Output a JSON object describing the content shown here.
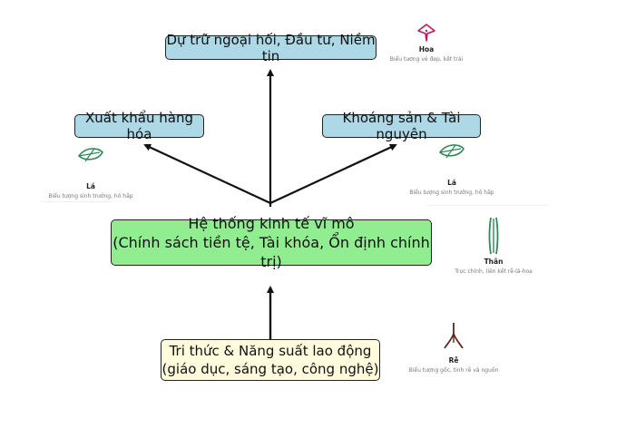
{
  "diagram": {
    "top_box": "Dự trữ ngoại hối, Đầu tư, Niềm tin",
    "left_box": "Xuất khẩu hàng hóa",
    "right_box": "Khoáng sản & Tài nguyên",
    "center_box": {
      "line1": "Hệ thống kinh tế vĩ mô",
      "line2": "(Chính sách tiền tệ, Tài khóa, Ổn định chính trị)"
    },
    "bottom_box": {
      "line1": "Tri thức & Năng suất lao động",
      "line2": "(giáo dục, sáng tạo, công nghệ)"
    }
  },
  "legend": {
    "hoa": {
      "title": "Hoa",
      "desc": "Biểu tượng vẻ đẹp, kết trái",
      "icon": "flower-icon",
      "color": "#c2185b"
    },
    "la_left": {
      "title": "Lá",
      "desc": "Biểu tượng sinh trưởng, hô hấp",
      "icon": "leaf-icon",
      "color": "#2e8b57"
    },
    "la_right": {
      "title": "Lá",
      "desc": "Biểu tượng sinh trưởng, hô hấp",
      "icon": "leaf-icon",
      "color": "#2e8b57"
    },
    "than": {
      "title": "Thân",
      "desc": "Trục chính, liên kết rễ-lá-hoa",
      "icon": "stem-icon",
      "color": "#2e8b57"
    },
    "re": {
      "title": "Rễ",
      "desc": "Biểu tượng gốc, tinh rễ và nguồn",
      "icon": "root-icon",
      "color": "#5d2a1a"
    }
  },
  "colors": {
    "top_boxes": "#add8e6",
    "center_box": "#90ee90",
    "bottom_box": "#fffbdc",
    "arrows": "#111111"
  }
}
